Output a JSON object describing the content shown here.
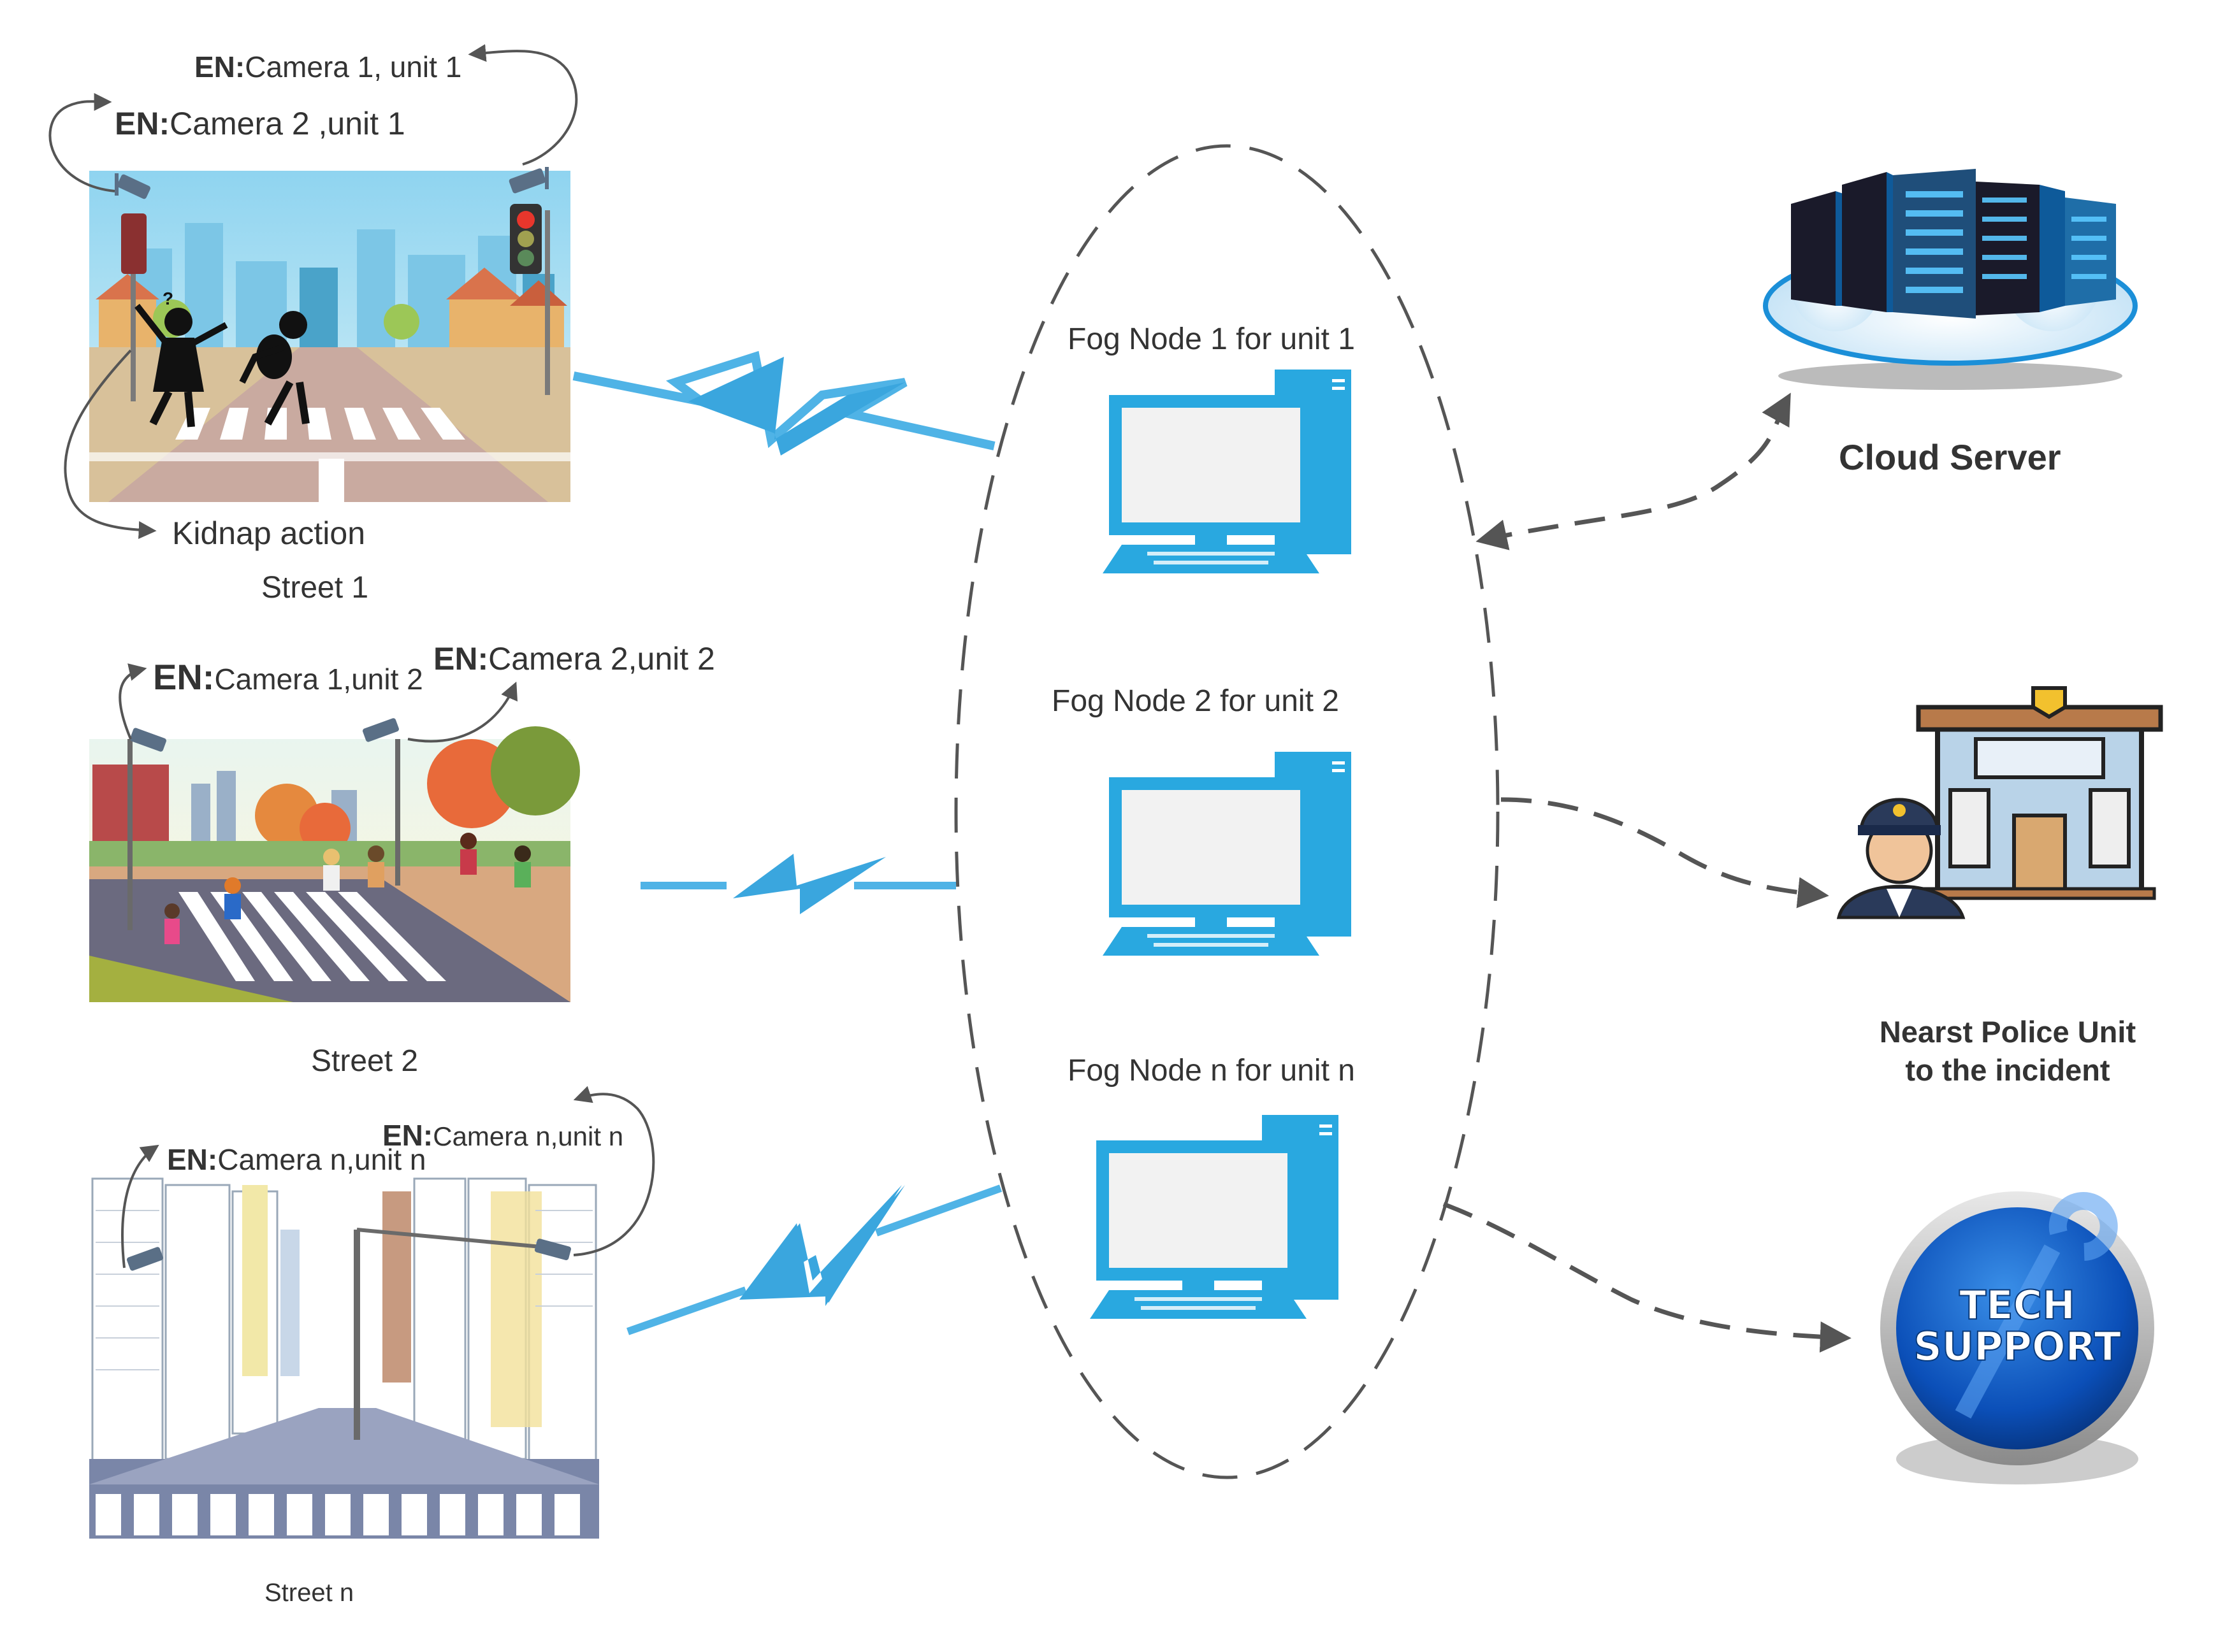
{
  "streets": [
    {
      "name": "Street 1",
      "camera_a": {
        "prefix": "EN:",
        "text": "Camera 1, unit 1"
      },
      "camera_b": {
        "prefix": "EN:",
        "text": "Camera 2 ,unit 1"
      },
      "event": "Kidnap action"
    },
    {
      "name": "Street 2",
      "camera_a": {
        "prefix": "EN:",
        "text": "Camera 1,unit 2"
      },
      "camera_b": {
        "prefix": "EN:",
        "text": "Camera 2,unit 2"
      }
    },
    {
      "name": "Street n",
      "camera_a": {
        "prefix": "EN:",
        "text": "Camera n,unit n"
      },
      "camera_b": {
        "prefix": "EN:",
        "text": "Camera n,unit n"
      }
    }
  ],
  "fog_nodes": [
    {
      "label": "Fog Node 1 for unit 1"
    },
    {
      "label": "Fog Node 2 for unit 2"
    },
    {
      "label": "Fog Node n for unit n"
    }
  ],
  "cloud": {
    "label": "Cloud Server"
  },
  "police": {
    "line1": "Nearst Police Unit",
    "line2": "to the incident"
  },
  "tech_support": {
    "line1": "TECH",
    "line2": "SUPPORT"
  },
  "colors": {
    "accent_blue": "#29a8e0",
    "link_blue": "#4fb3e6",
    "arrow_gray": "#555555"
  }
}
